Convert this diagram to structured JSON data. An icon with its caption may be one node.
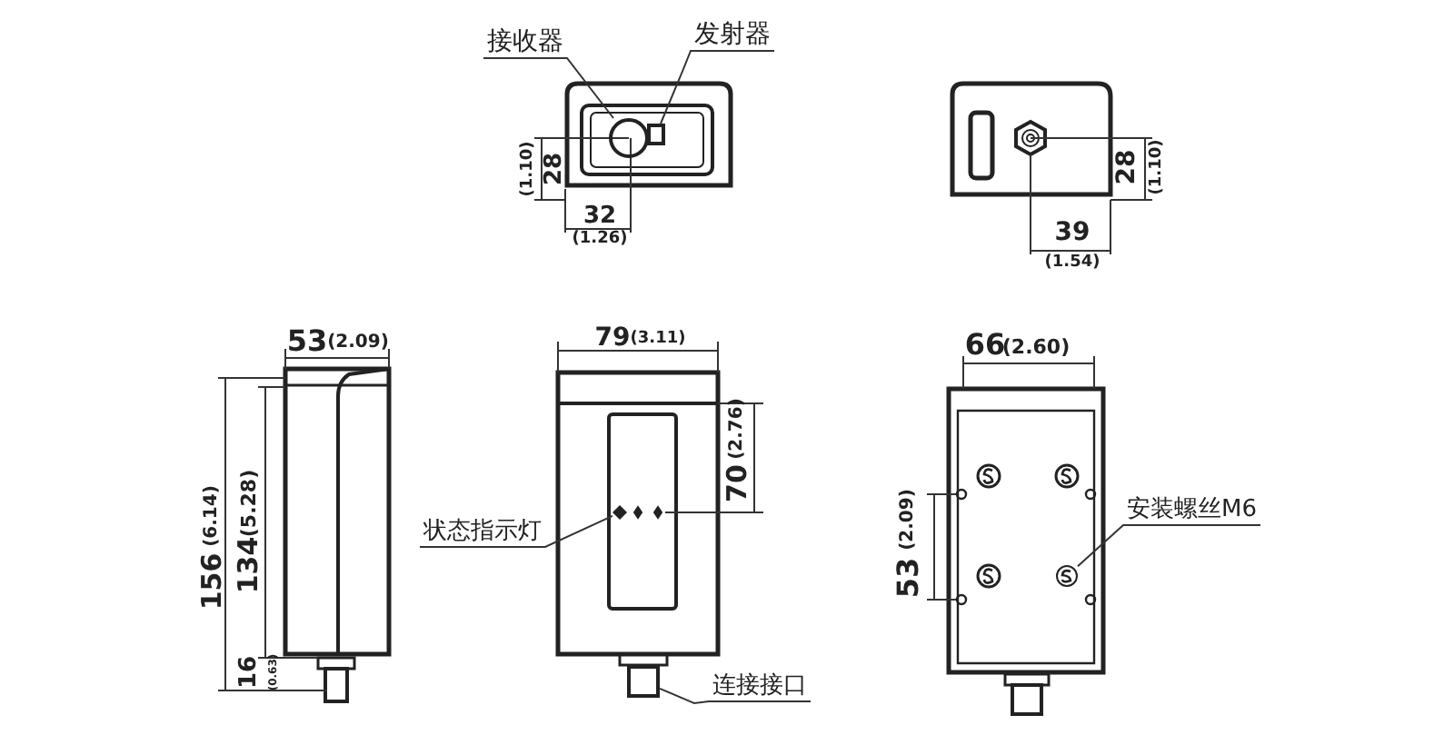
{
  "diagram": {
    "nodes": [
      {
        "text": [
          "接收器"
        ]
      },
      {
        "text": [
          "发射器"
        ]
      },
      {
        "text": [],
        "shape": "circle"
      },
      {
        "text": [],
        "shape": "box"
      },
      {
        "text": [
          "状态指示灯"
        ]
      },
      {
        "text": [],
        "shape": "diamond"
      },
      {
        "text": [
          "连接接口"
        ]
      },
      {
        "text": [],
        "shape": "box"
      },
      {
        "text": [
          "安装螺丝M6"
        ]
      },
      {
        "text": [],
        "shape": "circle"
      }
    ],
    "edges": [
      {
        "from": 0,
        "to": 2,
        "arrow": "none"
      },
      {
        "from": 1,
        "to": 3,
        "arrow": "none"
      },
      {
        "from": 4,
        "to": 5,
        "arrow": "none"
      },
      {
        "from": 6,
        "to": 7,
        "arrow": "none"
      },
      {
        "from": 8,
        "to": 9,
        "arrow": "none"
      }
    ],
    "labels": [
      "28",
      "(1.10)",
      "32",
      "(1.26)",
      "28",
      "(1.10)",
      "39",
      "(1.54)",
      "53",
      "(2.09)",
      "79",
      "(3.11)",
      "66",
      "(2.60)",
      "156",
      "(6.14)",
      "134",
      "(5.28)",
      "70",
      "(2.76)",
      "53",
      "(2.09)",
      "16",
      "(0.63)"
    ]
  }
}
